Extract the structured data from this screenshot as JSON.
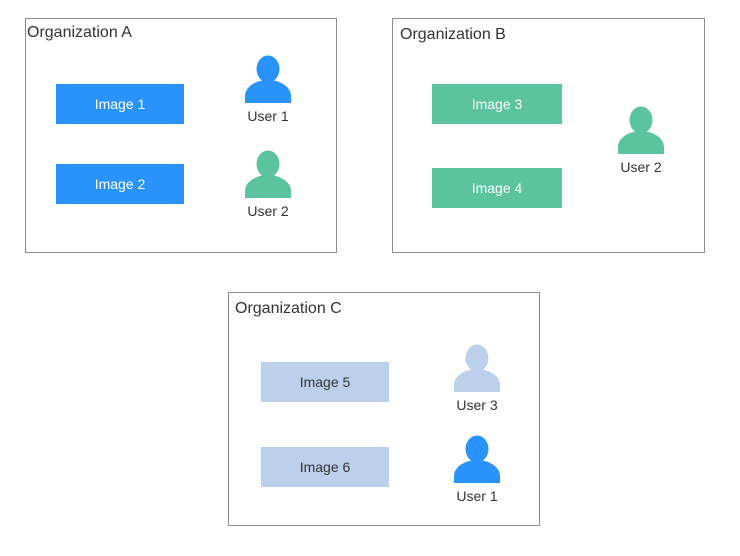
{
  "colors": {
    "blue": "#2a93fb",
    "green": "#5bc49f",
    "light_blue": "#bcd0eb",
    "border": "#8c8c8c"
  },
  "organizations": [
    {
      "title": "Organization A",
      "images": [
        {
          "label": "Image 1",
          "color": "blue"
        },
        {
          "label": "Image 2",
          "color": "blue"
        }
      ],
      "users": [
        {
          "label": "User 1",
          "icon": "user-icon",
          "color": "blue"
        },
        {
          "label": "User 2",
          "icon": "user-icon",
          "color": "green"
        }
      ]
    },
    {
      "title": "Organization B",
      "images": [
        {
          "label": "Image 3",
          "color": "green"
        },
        {
          "label": "Image 4",
          "color": "green"
        }
      ],
      "users": [
        {
          "label": "User 2",
          "icon": "user-icon",
          "color": "green"
        }
      ]
    },
    {
      "title": "Organization C",
      "images": [
        {
          "label": "Image 5",
          "color": "light_blue"
        },
        {
          "label": "Image 6",
          "color": "light_blue"
        }
      ],
      "users": [
        {
          "label": "User 3",
          "icon": "user-icon",
          "color": "light_blue"
        },
        {
          "label": "User 1",
          "icon": "user-icon",
          "color": "blue"
        }
      ]
    }
  ]
}
